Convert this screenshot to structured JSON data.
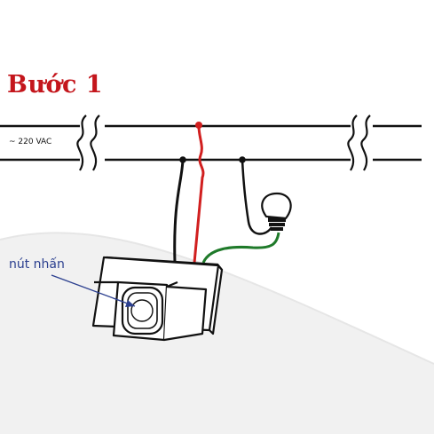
{
  "title": "Bước 1",
  "voltage_label": "~ 220 VAC",
  "button_label": "nút nhấn",
  "colors": {
    "title": "#c4161c",
    "line_wire": "#111111",
    "live_wire": "#d11f1f",
    "load_wire": "#1f7a2a",
    "label": "#2b3f8f",
    "background_swoosh": "#eeeeee"
  },
  "components": [
    "power-line-top",
    "power-line-bottom",
    "bulb-icon",
    "switch-module",
    "push-button"
  ]
}
